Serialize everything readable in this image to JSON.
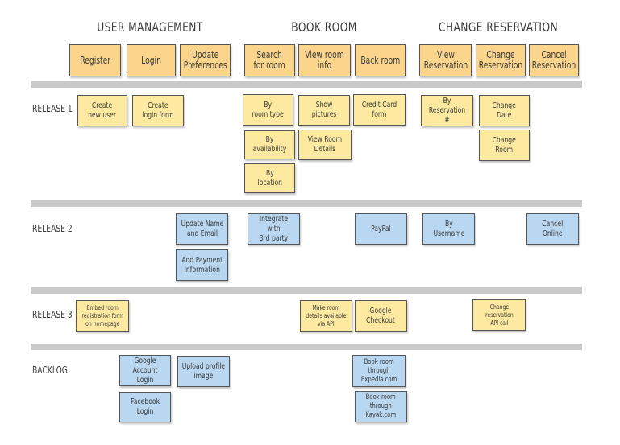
{
  "headers": [
    "USER MANAGEMENT",
    "BOOK ROOM",
    "CHANGE RESERVATION"
  ],
  "activities": [
    "Register",
    "Login",
    "Update\nPreferences",
    "Search\nfor room",
    "View room\ninfo",
    "Back room",
    "View\nReservation",
    "Change\nReservation",
    "Cancel\nReservation"
  ],
  "rows": [
    "RELEASE 1",
    "RELEASE 2",
    "RELEASE 3",
    "BACKLOG"
  ],
  "release1": [
    "Create\nnew user",
    "Create\nlogin form",
    "By\nroom type",
    "Show\npictures",
    "Credit Card\nform",
    "By\navailability",
    "View Room\nDetails",
    "By\nlocation",
    "By\nReservation #",
    "Change\nDate",
    "Change\nRoom"
  ],
  "release2": [
    "Update Name\nand Email",
    "Add Payment\nInformation",
    "Integrate with\n3rd party",
    "PayPal",
    "By\nUsername",
    "Cancel\nOnline"
  ],
  "release3": [
    "Embed room\nregistration form\non homepage",
    "Make room\ndetails available\nvia API",
    "Google\nCheckout",
    "Change\nreservation\nAPI call"
  ],
  "backlog": [
    "Google Account\nLogin",
    "Upload profile\nimage",
    "Facebook\nLogin",
    "Book room\nthrough\nExpedia.com",
    "Book room\nthrough\nKayak.com"
  ],
  "colors": {
    "activity": "#fbd58c",
    "story": "#fdeaa0",
    "backlog": "#b9d7f1",
    "lane": "#c9c9c9"
  }
}
